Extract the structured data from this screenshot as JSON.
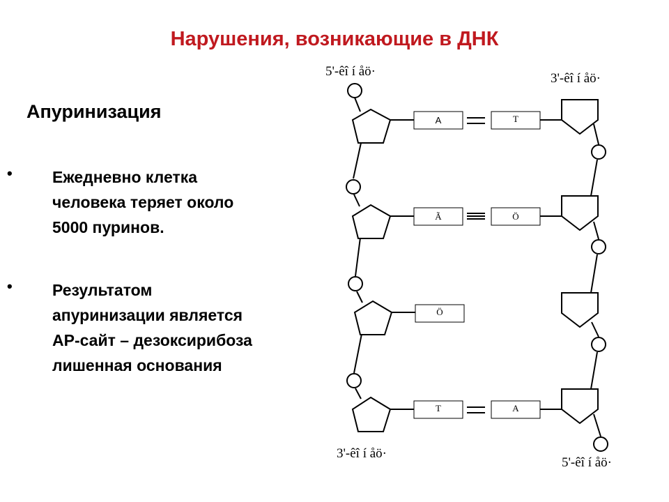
{
  "slide": {
    "title": "Нарушения, возникающие в ДНК",
    "subtitle": "Апуринизация",
    "bullets": [
      {
        "marker": "•",
        "text": "Ежедневно клетка человека теряет около 5000 пуринов."
      },
      {
        "marker": "•",
        "text": "Результатом апуринизации является АР-сайт – дезоксирибоза лишенная основания"
      }
    ]
  },
  "diagram": {
    "end_labels": {
      "left_top": "5'-êî í åö·",
      "right_top": "3'-êî í åö·",
      "left_bottom": "3'-êî í åö·",
      "right_bottom": "5'-êî í åö·"
    },
    "pairs": [
      {
        "left": "A",
        "bond": "=",
        "right": "T"
      },
      {
        "left": "Ã",
        "bond": "≡",
        "right": "Ö"
      },
      {
        "left": "Ö",
        "bond": "",
        "right": ""
      },
      {
        "left": "T",
        "bond": "=",
        "right": "A"
      }
    ]
  }
}
